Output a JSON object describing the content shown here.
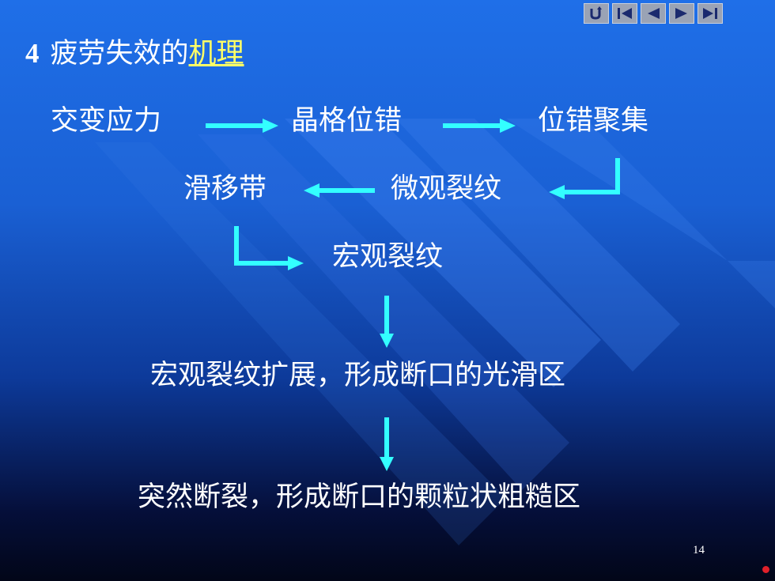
{
  "slide": {
    "title_number": "4",
    "title_prefix": "疲劳失效的",
    "title_link": "机理",
    "page_number": "14"
  },
  "flow": {
    "row1": [
      "交变应力",
      "晶格位错",
      "位错聚集"
    ],
    "row2": [
      "滑移带",
      "微观裂纹"
    ],
    "row3": "宏观裂纹",
    "step4": "宏观裂纹扩展，形成断口的光滑区",
    "step5": "突然断裂，形成断口的颗粒状粗糙区"
  },
  "colors": {
    "arrow": "#33ffff",
    "link": "#ffff66",
    "text": "#ffffff"
  }
}
